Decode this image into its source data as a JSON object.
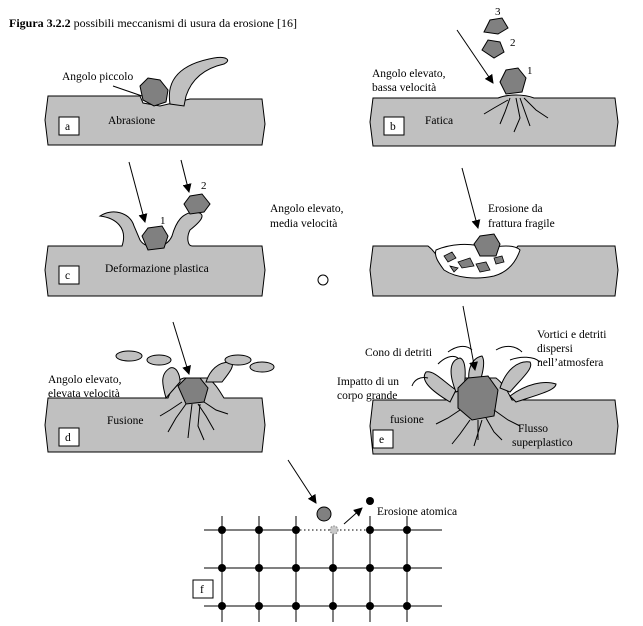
{
  "caption": {
    "prefix": "Figura 3.2.2",
    "text": " possibili meccanismi di usura da erosione [16]"
  },
  "panels": {
    "a": {
      "box": "a",
      "name": "Abrasione",
      "note": "Angolo piccolo"
    },
    "b": {
      "box": "b",
      "name": "Fatica",
      "note_l1": "Angolo elevato,",
      "note_l2": "bassa velocità",
      "n1": "1",
      "n2": "2",
      "n3": "3"
    },
    "c": {
      "box": "c",
      "name": "Deformazione plastica",
      "n1": "1",
      "n2": "2"
    },
    "mid": {
      "l1": "Angolo elevato,",
      "l2": "media velocità"
    },
    "br": {
      "l1": "Erosione da",
      "l2": "frattura fragile"
    },
    "d": {
      "box": "d",
      "name": "Fusione",
      "note_l1": "Angolo elevato,",
      "note_l2": "elevata velocità"
    },
    "e": {
      "box": "e",
      "cone": "Cono di detriti",
      "vort_l1": "Vortici e detriti",
      "vort_l2": "dispersi",
      "vort_l3": "nell’atmosfera",
      "imp_l1": "Impatto di un",
      "imp_l2": "corpo grande",
      "fus": "fusione",
      "flow_l1": "Flusso",
      "flow_l2": "superplastico"
    },
    "f": {
      "box": "f",
      "name": "Erosione atomica"
    }
  }
}
